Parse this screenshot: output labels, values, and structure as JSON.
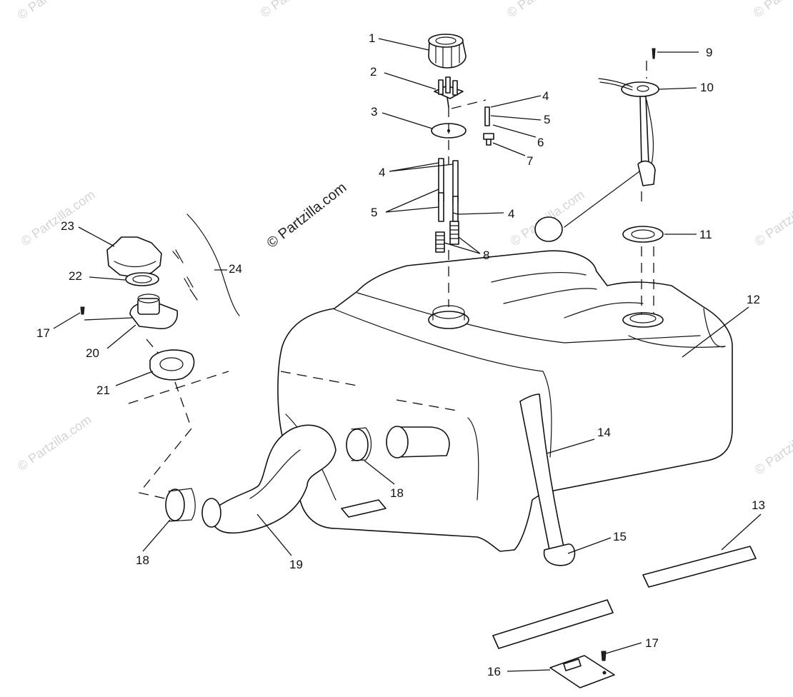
{
  "watermark_text": "© Partzilla.com",
  "callouts": {
    "c1": "1",
    "c2": "2",
    "c3": "3",
    "c4a": "4",
    "c4b": "4",
    "c4c": "4",
    "c5a": "5",
    "c5b": "5",
    "c6": "6",
    "c7": "7",
    "c8": "8",
    "c9": "9",
    "c10": "10",
    "c11": "11",
    "c12": "12",
    "c13": "13",
    "c14": "14",
    "c15": "15",
    "c16": "16",
    "c17a": "17",
    "c17b": "17",
    "c18a": "18",
    "c18b": "18",
    "c19": "19",
    "c20": "20",
    "c21": "21",
    "c22": "22",
    "c23": "23",
    "c24": "24"
  }
}
